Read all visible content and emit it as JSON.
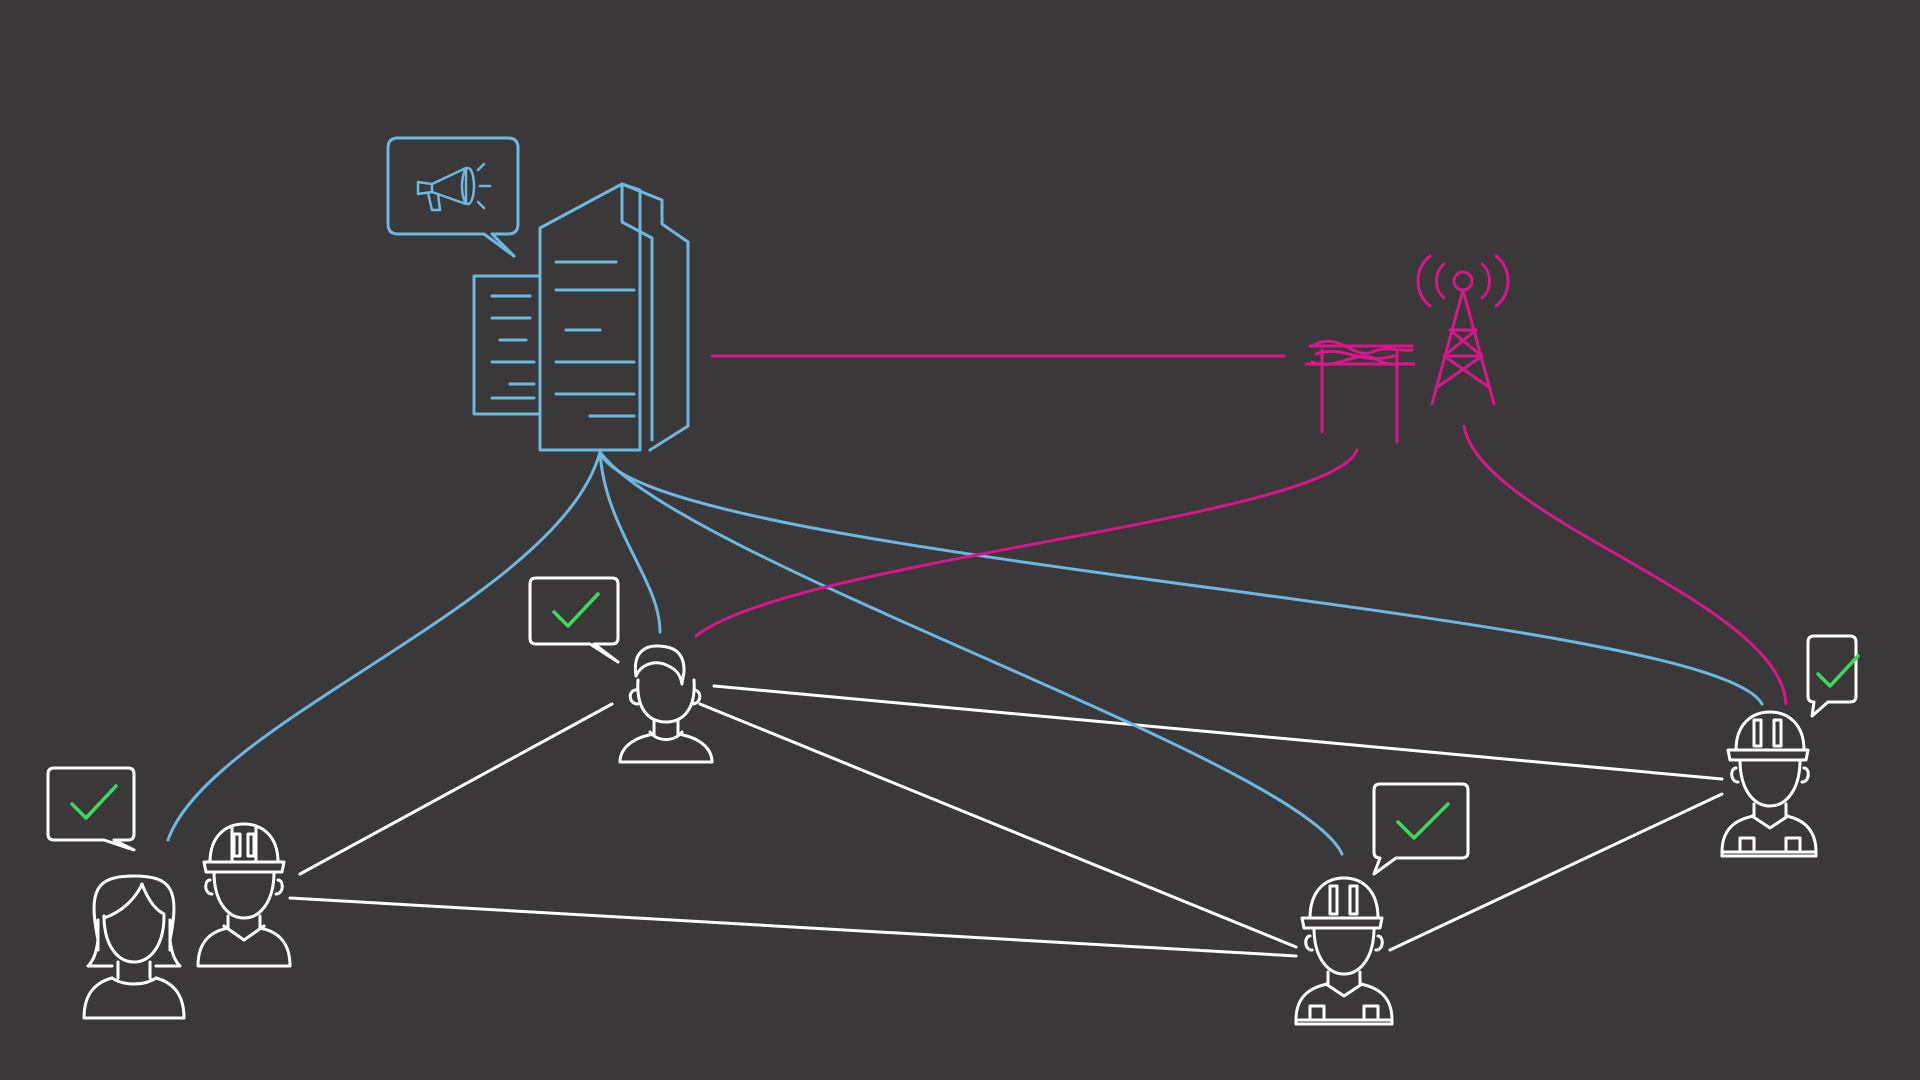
{
  "colors": {
    "background": "#3a3839",
    "hq_blue": "#6cb8e0",
    "network_magenta": "#d6168b",
    "person_white": "#ffffff",
    "check_green": "#3fd85a"
  },
  "nodes": {
    "headquarters": {
      "icon": "office-building-icon",
      "badge_icon": "megaphone-icon"
    },
    "relay_station": {
      "icon": "power-line-tower-icon"
    },
    "radio_tower": {
      "icon": "radio-tower-icon"
    },
    "woman_staff": {
      "icon": "woman-avatar-icon"
    },
    "worker_left": {
      "icon": "hardhat-worker-icon"
    },
    "man_center": {
      "icon": "man-avatar-icon",
      "badge_icon": "checkmark-icon"
    },
    "worker_bottom_right": {
      "icon": "hardhat-worker-icon",
      "badge_icon": "checkmark-icon"
    },
    "worker_far_right": {
      "icon": "hardhat-worker-icon",
      "badge_icon": "checkmark-icon"
    },
    "group_left_badge": {
      "badge_icon": "checkmark-icon"
    }
  },
  "links": {
    "hq_to_people": [
      "woman_staff",
      "man_center",
      "worker_bottom_right",
      "worker_far_right"
    ],
    "magenta_network": [
      "headquarters-relay_station",
      "relay_station-man_center",
      "radio_tower-worker_far_right"
    ],
    "peer_mesh": [
      "worker_left-man_center",
      "worker_left-worker_bottom_right",
      "man_center-worker_bottom_right",
      "man_center-worker_far_right",
      "worker_bottom_right-worker_far_right"
    ]
  }
}
